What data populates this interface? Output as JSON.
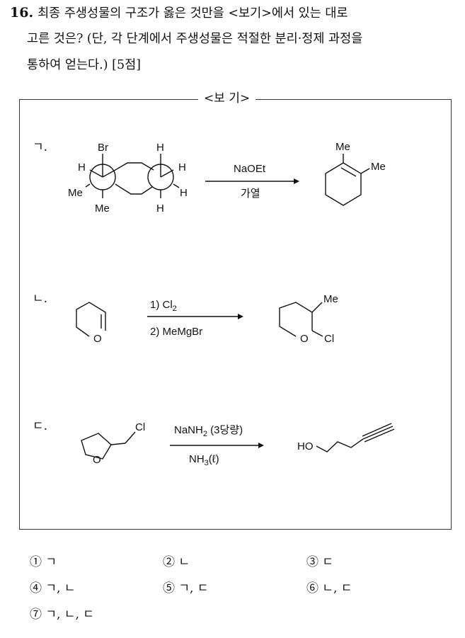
{
  "question": {
    "number": "16.",
    "line1": "최종 주생성물의 구조가 옳은 것만을 <보기>에서 있는 대로",
    "line2": "고른 것은? (단, 각 단계에서 주생성물은 적절한 분리·정제 과정을",
    "line3": "통하여 얻는다.) [5점]"
  },
  "box": {
    "title": "<보 기>",
    "items": [
      {
        "label": "ㄱ.",
        "reactant_labels": [
          "Br",
          "H",
          "H",
          "H",
          "Me",
          "Me",
          "H",
          "H"
        ],
        "reagent_above": "NaOEt",
        "reagent_below": "가열",
        "product_labels": [
          "Me",
          "Me"
        ]
      },
      {
        "label": "ㄴ.",
        "reactant_labels": [
          "O"
        ],
        "reagent_step1_prefix": "1) Cl",
        "reagent_step1_sub": "2",
        "reagent_step2": "2) MeMgBr",
        "product_labels": [
          "Me",
          "O",
          "Cl"
        ]
      },
      {
        "label": "ㄷ.",
        "reactant_labels": [
          "Cl",
          "O"
        ],
        "reagent_above_prefix": "NaNH",
        "reagent_above_sub": "2",
        "reagent_above_suffix": " (3당량)",
        "reagent_below_prefix": "NH",
        "reagent_below_sub": "3",
        "reagent_below_suffix": "(ℓ)",
        "product_labels": [
          "HO"
        ]
      }
    ]
  },
  "choices": [
    {
      "num": "①",
      "text": "ㄱ"
    },
    {
      "num": "②",
      "text": "ㄴ"
    },
    {
      "num": "③",
      "text": "ㄷ"
    },
    {
      "num": "④",
      "text": "ㄱ, ㄴ"
    },
    {
      "num": "⑤",
      "text": "ㄱ, ㄷ"
    },
    {
      "num": "⑥",
      "text": "ㄴ, ㄷ"
    },
    {
      "num": "⑦",
      "text": "ㄱ, ㄴ, ㄷ"
    }
  ]
}
